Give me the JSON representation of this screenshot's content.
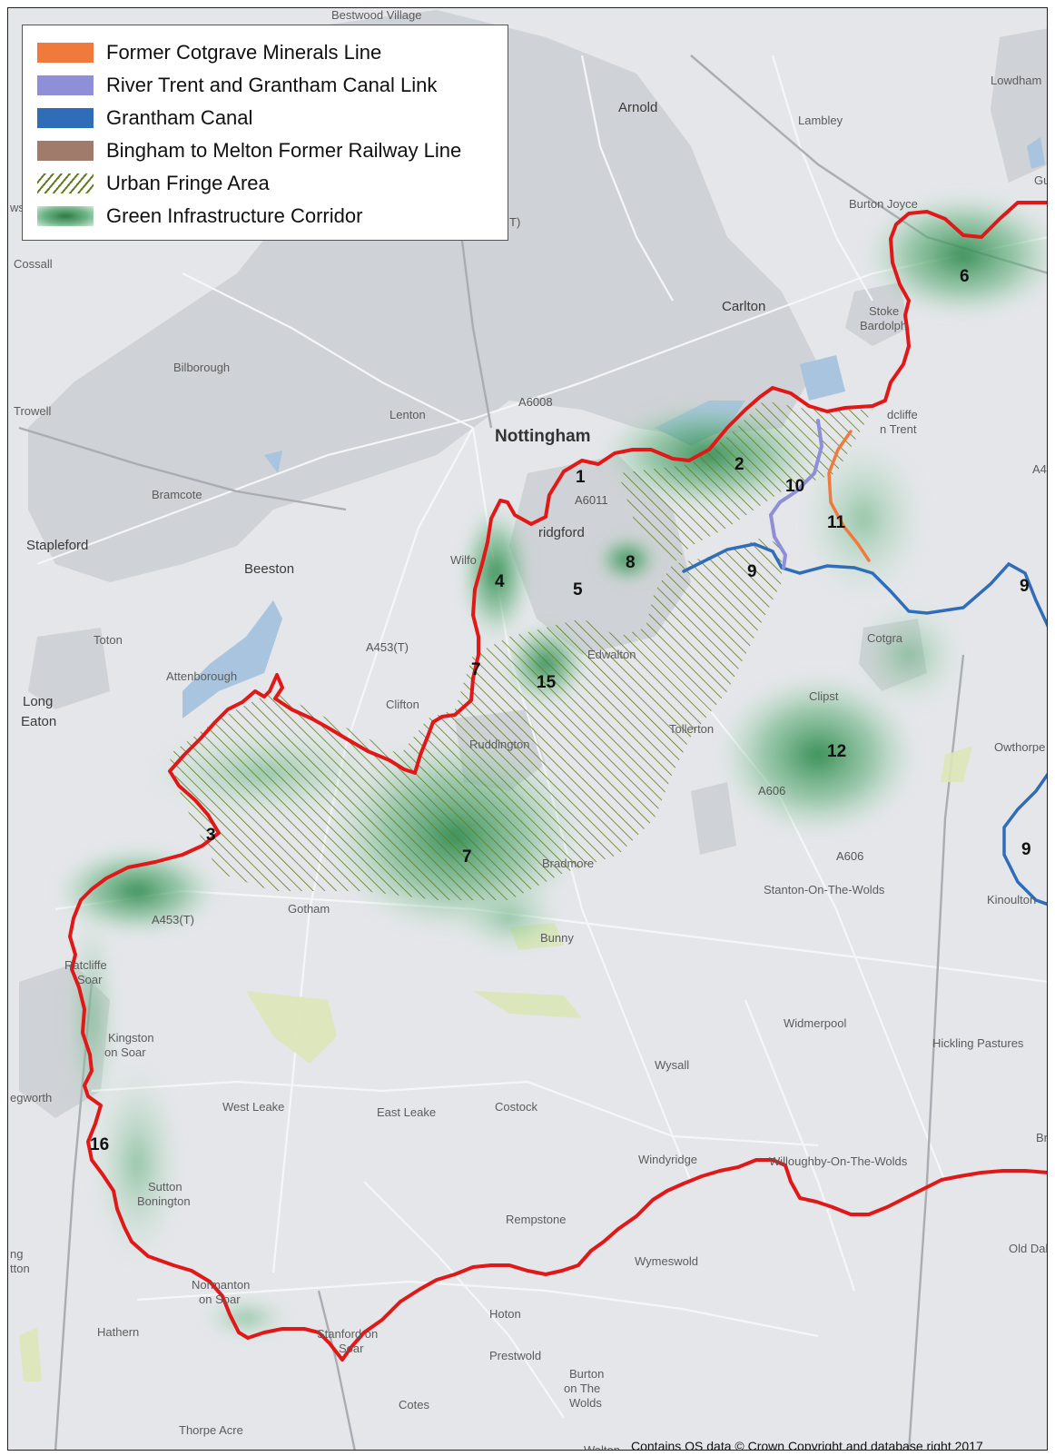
{
  "legend": {
    "items": [
      {
        "label": "Former Cotgrave Minerals Line",
        "color": "#f07a3c",
        "kind": "fill",
        "icon": "orange-swatch-icon"
      },
      {
        "label": "River Trent and Grantham Canal Link",
        "color": "#8e8fd6",
        "kind": "fill",
        "icon": "lavender-swatch-icon"
      },
      {
        "label": "Grantham Canal",
        "color": "#2f6db8",
        "kind": "fill",
        "icon": "blue-swatch-icon"
      },
      {
        "label": "Bingham to Melton Former Railway Line",
        "color": "#a07a6a",
        "kind": "fill",
        "icon": "brown-swatch-icon"
      },
      {
        "label": "Urban Fringe Area",
        "color": "#5e7d1f",
        "kind": "hatch",
        "icon": "hatch-swatch-icon"
      },
      {
        "label": "Green Infrastructure Corridor",
        "color": "#2f7a45",
        "kind": "gradient",
        "icon": "green-gradient-swatch-icon"
      }
    ]
  },
  "colors": {
    "boundary": "#e01818",
    "canal": "#2f6db8",
    "canal_link": "#8e8fd6",
    "minerals_line": "#f07a3c",
    "corridor": "#2f8a4e",
    "hatch": "#5e7d1f",
    "water": "#a9c4de",
    "urban": "#cfd2d6",
    "background": "#e4e6e9"
  },
  "zones": [
    {
      "label": "1"
    },
    {
      "label": "2"
    },
    {
      "label": "3"
    },
    {
      "label": "4"
    },
    {
      "label": "5"
    },
    {
      "label": "6"
    },
    {
      "label": "7"
    },
    {
      "label": "7"
    },
    {
      "label": "8"
    },
    {
      "label": "9"
    },
    {
      "label": "9"
    },
    {
      "label": "9"
    },
    {
      "label": "10"
    },
    {
      "label": "11"
    },
    {
      "label": "12"
    },
    {
      "label": "15"
    },
    {
      "label": "16"
    }
  ],
  "places": {
    "bestwood_village": "Bestwood Village",
    "arnold": "Arnold",
    "lambley": "Lambley",
    "lowdham": "Lowdham",
    "gu": "Gu",
    "burton_joyce": "Burton Joyce",
    "cossall": "Cossall",
    "ws": "ws",
    "carlton": "Carlton",
    "stoke_bardolph_1": "Stoke",
    "stoke_bardolph_2": "Bardolph",
    "bilborough": "Bilborough",
    "trowell": "Trowell",
    "lenton": "Lenton",
    "nottingham": "Nottingham",
    "radcliffe_1": "dcliffe",
    "radcliffe_2": "n Trent",
    "a4": "A4",
    "bramcote": "Bramcote",
    "stapleford": "Stapleford",
    "beeston": "Beeston",
    "wilford": "Wilfo",
    "bridgford": "ridgford",
    "toton": "Toton",
    "attenborough": "Attenborough",
    "long_eaton_1": "Long",
    "long_eaton_2": "Eaton",
    "clifton": "Clifton",
    "edwalton": "Edwalton",
    "cotgrave": "Cotgra",
    "clipston": "Clipst",
    "ruddington": "Ruddington",
    "tollerton": "Tollerton",
    "owthorpe": "Owthorpe",
    "gotham": "Gotham",
    "bradmore": "Bradmore",
    "stanton": "Stanton-On-The-Wolds",
    "kinoulton": "Kinoulton",
    "bunny": "Bunny",
    "ratcliffe_1": "Ratcliffe",
    "ratcliffe_2": "Soar",
    "widmerpool": "Widmerpool",
    "hickling": "Hickling Pastures",
    "kingston_1": "Kingston",
    "kingston_2": "on Soar",
    "wysall": "Wysall",
    "egworth": "egworth",
    "west_leake": "West Leake",
    "east_leake": "East Leake",
    "costock": "Costock",
    "bro": "Bro",
    "windyridge": "Windyridge",
    "willoughby": "Willoughby-On-The-Wolds",
    "sutton_1": "Sutton",
    "sutton_2": "Bonington",
    "rempstone": "Rempstone",
    "old_dal": "Old Dal",
    "ng": "ng",
    "tton": "tton",
    "wymeswold": "Wymeswold",
    "normanton_1": "Normanton",
    "normanton_2": "on Soar",
    "hathern": "Hathern",
    "hoton": "Hoton",
    "stanford_1": "Stanford on",
    "stanford_2": "Soar",
    "prestwold": "Prestwold",
    "burton_wolds_1": "Burton",
    "burton_wolds_2": "on The",
    "burton_wolds_3": "Wolds",
    "cotes": "Cotes",
    "thorpe_acre": "Thorpe Acre",
    "walton": "Walton"
  },
  "roads": {
    "a6008": "A6008",
    "a6011": "A6011",
    "a453t": "A453(T)",
    "a453t_2": "A453(T)",
    "a606": "A606",
    "a606_2": "A606",
    "t": "T)"
  },
  "copyright": "Contains OS data © Crown Copyright and database right 2017"
}
